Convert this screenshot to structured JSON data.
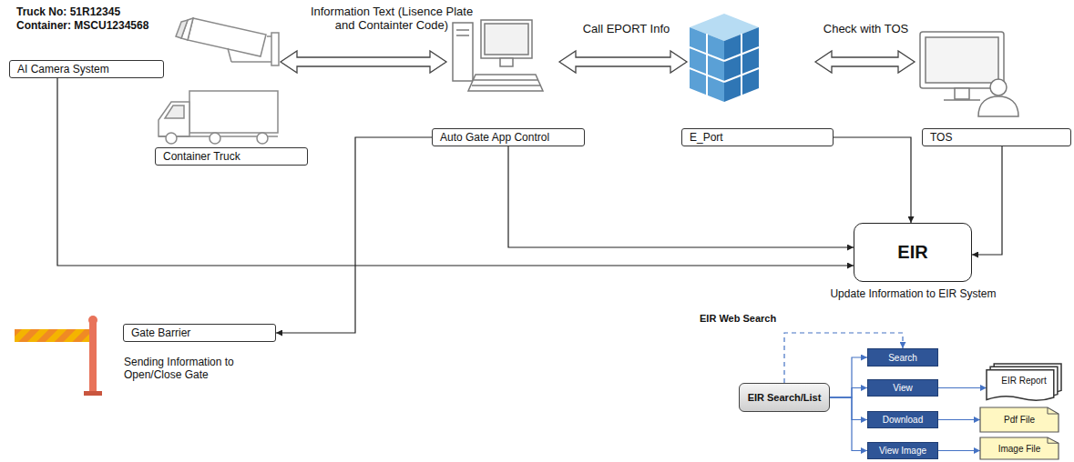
{
  "diagram": {
    "nodes": [
      {
        "text": [
          "AI Camera System"
        ]
      },
      {
        "text": [
          "Container Truck"
        ]
      },
      {
        "text": [
          "Auto Gate App Control"
        ]
      },
      {
        "text": [
          "E_Port"
        ]
      },
      {
        "text": [
          "TOS"
        ]
      },
      {
        "text": [
          "EIR"
        ]
      },
      {
        "text": [
          "Gate Barrier"
        ]
      },
      {
        "text": [
          "EIR Search/List"
        ]
      },
      {
        "text": [
          "Search"
        ]
      },
      {
        "text": [
          "View"
        ]
      },
      {
        "text": [
          "Download"
        ]
      },
      {
        "text": [
          "View Image"
        ]
      },
      {
        "text": [
          "EIR Report"
        ]
      },
      {
        "text": [
          "Pdf File"
        ]
      },
      {
        "text": [
          "Image File"
        ]
      }
    ],
    "edges": [
      {
        "from": 0,
        "to": 5,
        "arrow": "to"
      },
      {
        "from": 2,
        "to": 5,
        "arrow": "to"
      },
      {
        "from": 3,
        "to": 5,
        "arrow": "to"
      },
      {
        "from": 4,
        "to": 5,
        "arrow": "to"
      },
      {
        "from": 2,
        "to": 6,
        "arrow": "to"
      },
      {
        "from": 7,
        "to": 8,
        "arrow": "to"
      },
      {
        "from": 7,
        "to": 9,
        "arrow": "to"
      },
      {
        "from": 7,
        "to": 10,
        "arrow": "to"
      },
      {
        "from": 7,
        "to": 11,
        "arrow": "to"
      },
      {
        "from": 7,
        "to": 8,
        "arrow": "to"
      },
      {
        "from": 9,
        "to": 12,
        "arrow": "to"
      },
      {
        "from": 10,
        "to": 13,
        "arrow": "to"
      },
      {
        "from": 11,
        "to": 14,
        "arrow": "to"
      }
    ],
    "labels": [
      "Truck No: 51R12345",
      "Container: MSCU1234568",
      "Information Text (Lisence Plate and Containter Code)",
      "Call EPORT Info",
      "Check with TOS",
      "Update Information to EIR System",
      "Sending Information to Open/Close Gate",
      "EIR Web Search"
    ]
  }
}
